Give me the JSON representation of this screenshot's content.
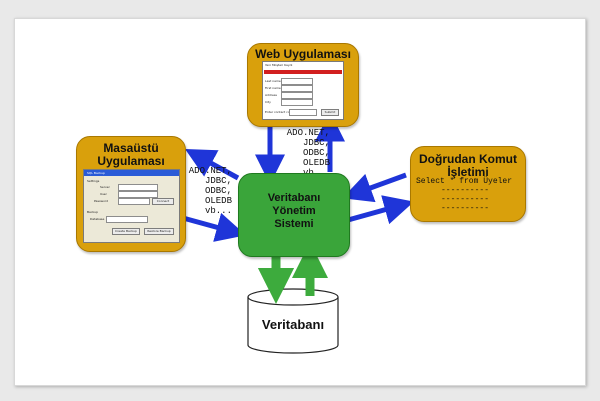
{
  "web_app": {
    "title": "Web Uygulaması",
    "form_header": "Yeni Müşteri Kaydı",
    "fields": [
      "Last name",
      "First name",
      "Address",
      "City"
    ],
    "code_label": "Enter contact code",
    "submit_label": "Submit"
  },
  "desktop_app": {
    "title_line1": "Masaüstü",
    "title_line2": "Uygulaması",
    "window_title": "SQL Backup",
    "settings_group": "Settings",
    "server_label": "Server",
    "user_label": "User",
    "password_label": "Password",
    "connect_label": "Connect",
    "backup_group": "Backup",
    "database_label": "Database",
    "create_backup_label": "Create Backup",
    "restore_backup_label": "Restore Backup"
  },
  "direct": {
    "title_line1": "Doğrudan Komut",
    "title_line2": "İşletimi",
    "query": "Select * from Üyeler",
    "dashes": [
      "----------",
      "----------",
      "----------"
    ]
  },
  "dbms": {
    "line1": "Veritabanı",
    "line2": "Yönetim",
    "line3": "Sistemi"
  },
  "database": {
    "label": "Veritabanı"
  },
  "api_right": [
    "ADO.NET,",
    "JDBC,",
    "ODBC,",
    "OLEDB",
    "vb..."
  ],
  "api_left": [
    "ADO.NET,",
    "JDBC,",
    "ODBC,",
    "OLEDB",
    "vb..."
  ],
  "colors": {
    "box": "#d9a00c",
    "dbms": "#3aa53a",
    "arrow_blue": "#1f35d8",
    "arrow_green": "#3dab3d"
  }
}
